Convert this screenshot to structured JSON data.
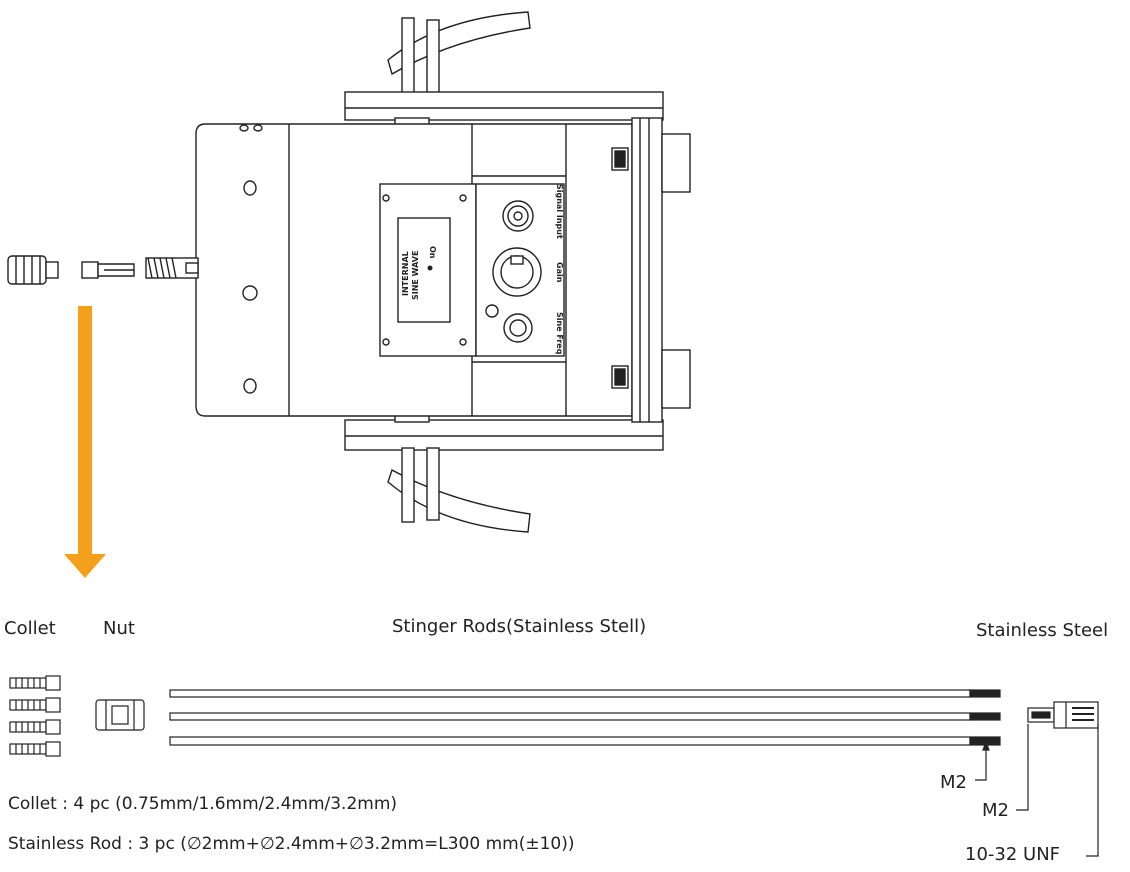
{
  "labels": {
    "collet": "Collet",
    "nut": "Nut",
    "stinger_rods": "Stinger Rods(Stainless Stell)",
    "stainless_steel": "Stainless Steel",
    "m2_rod": "M2",
    "m2_adapter": "M2",
    "thread": "10-32 UNF"
  },
  "panel": {
    "brand_line1": "INTERNAL",
    "brand_line2": "SINE WAVE",
    "side_label": "On",
    "signal_input": "Signal Input",
    "gain": "Gain",
    "sine_freq": "Sine Freq"
  },
  "specs": {
    "collet": "Collet : 4 pc (0.75mm/1.6mm/2.4mm/3.2mm)",
    "rod": "Stainless Rod : 3 pc (∅2mm+∅2.4mm+∅3.2mm=L300 mm(±10))"
  },
  "colors": {
    "arrow": "#f5a01a",
    "line": "#222222"
  }
}
